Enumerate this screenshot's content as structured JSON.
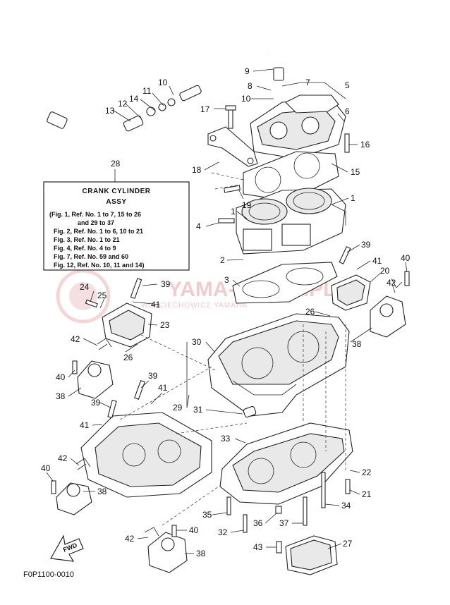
{
  "figure_code": "F0P1100-0010",
  "fwd_label": "FWD",
  "assembly_box": {
    "ref": "28",
    "title": "CRANK CYLINDER",
    "subtitle": "ASSY",
    "lines": [
      "(Fig. 1, Ref. No. 1 to 7, 15 to 26",
      "and 29 to 37",
      "Fig. 2, Ref. No. 1 to 6, 10 to 21",
      "Fig. 3, Ref. No. 1 to 21",
      "Fig. 4, Ref. No. 4 to 9",
      "Fig. 7, Ref. No. 59 and 60",
      "Fig. 12, Ref. No. 10, 11 and 14)"
    ]
  },
  "watermark": {
    "brand": "YAMA-SKLEP.PL",
    "sub": "WOJCIECHOWICZ    YAMAHA"
  },
  "callouts": [
    {
      "text": "9"
    },
    {
      "text": "10"
    },
    {
      "text": "8"
    },
    {
      "text": "7"
    },
    {
      "text": "5"
    },
    {
      "text": "10"
    },
    {
      "text": "11"
    },
    {
      "text": "14"
    },
    {
      "text": "12"
    },
    {
      "text": "13"
    },
    {
      "text": "17"
    },
    {
      "text": "6"
    },
    {
      "text": "16"
    },
    {
      "text": "18"
    },
    {
      "text": "15"
    },
    {
      "text": "19"
    },
    {
      "text": "1"
    },
    {
      "text": "1"
    },
    {
      "text": "4"
    },
    {
      "text": "2"
    },
    {
      "text": "39"
    },
    {
      "text": "41"
    },
    {
      "text": "40"
    },
    {
      "text": "20"
    },
    {
      "text": "42"
    },
    {
      "text": "3"
    },
    {
      "text": "24"
    },
    {
      "text": "25"
    },
    {
      "text": "39"
    },
    {
      "text": "41"
    },
    {
      "text": "23"
    },
    {
      "text": "26"
    },
    {
      "text": "38"
    },
    {
      "text": "30"
    },
    {
      "text": "42"
    },
    {
      "text": "26"
    },
    {
      "text": "40"
    },
    {
      "text": "38"
    },
    {
      "text": "39"
    },
    {
      "text": "41"
    },
    {
      "text": "39"
    },
    {
      "text": "41"
    },
    {
      "text": "29"
    },
    {
      "text": "31"
    },
    {
      "text": "33"
    },
    {
      "text": "42"
    },
    {
      "text": "40"
    },
    {
      "text": "38"
    },
    {
      "text": "22"
    },
    {
      "text": "21"
    },
    {
      "text": "35"
    },
    {
      "text": "34"
    },
    {
      "text": "36"
    },
    {
      "text": "37"
    },
    {
      "text": "32"
    },
    {
      "text": "40"
    },
    {
      "text": "42"
    },
    {
      "text": "38"
    },
    {
      "text": "43"
    },
    {
      "text": "27"
    }
  ]
}
